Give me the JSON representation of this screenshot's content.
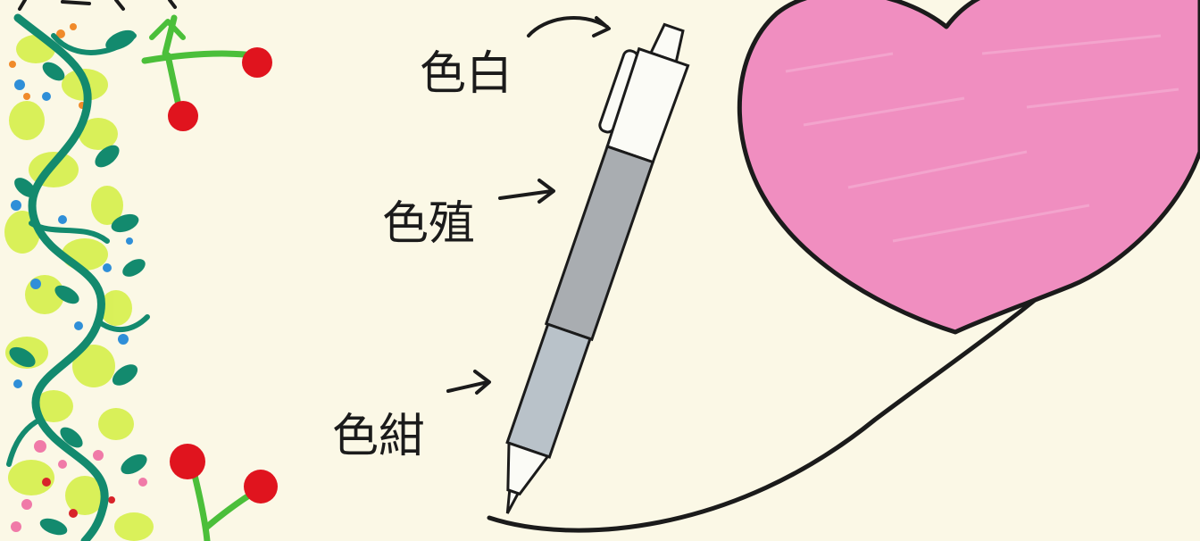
{
  "labels": {
    "white": "色白",
    "gray": "色殖",
    "navy": "色紺"
  },
  "colors": {
    "paper": "#fbf8e6",
    "heart_pink": "#f08ec0",
    "pen_gray": "#a9adb1",
    "pen_grip": "#b9c2c9",
    "pen_white": "#fbfbf6",
    "ink": "#1b1b1b",
    "vine_green": "#138a6e",
    "leaf_lime": "#d6f04a",
    "flower_red": "#e0141e",
    "sprout_green": "#4bbf3a"
  }
}
